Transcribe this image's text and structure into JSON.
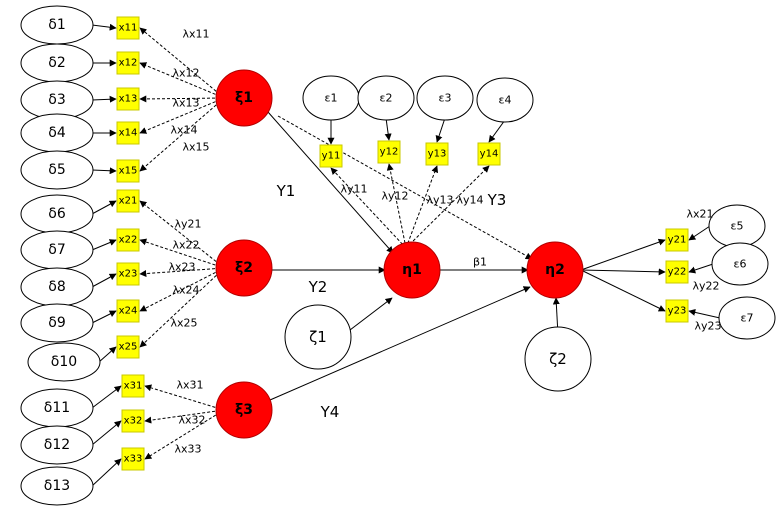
{
  "errors_delta": [
    "δ1",
    "δ2",
    "δ3",
    "δ4",
    "δ5",
    "δ6",
    "δ7",
    "δ8",
    "δ9",
    "δ10",
    "δ11",
    "δ12",
    "δ13"
  ],
  "x_indicators": [
    "x11",
    "x12",
    "x13",
    "x14",
    "x15",
    "x21",
    "x22",
    "x23",
    "x24",
    "x25",
    "x31",
    "x32",
    "x33"
  ],
  "exogenous_latents": [
    "ξ1",
    "ξ2",
    "ξ3"
  ],
  "endogenous_latents": [
    "η1",
    "η2"
  ],
  "y_indicators_eta1": [
    "y11",
    "y12",
    "y13",
    "y14"
  ],
  "y_indicators_eta2": [
    "y21",
    "y22",
    "y23"
  ],
  "errors_epsilon_eta1": [
    "ε1",
    "ε2",
    "ε3",
    "ε4"
  ],
  "errors_epsilon_eta2": [
    "ε5",
    "ε6",
    "ε7"
  ],
  "disturbances": [
    "ζ1",
    "ζ2"
  ],
  "loadings_x": [
    "λx11",
    "λx12",
    "λx13",
    "λx14",
    "λx15",
    "λy21",
    "λx22",
    "λx23",
    "λx24",
    "λx25",
    "λx31",
    "λx32",
    "λx33"
  ],
  "loadings_y1": [
    "λy11",
    "λy12",
    "λy13",
    "λy14"
  ],
  "loadings_y2": [
    "λx21",
    "λy22",
    "λy23"
  ],
  "structural": {
    "gamma1": "Y1",
    "gamma2": "Y2",
    "gamma3": "Y3",
    "gamma4": "Y4",
    "beta1": "β1"
  },
  "colors": {
    "latent_fill": "#ff0000",
    "indicator_fill": "#ffff00",
    "indicator_border": "#c8c800",
    "line": "#000000"
  }
}
